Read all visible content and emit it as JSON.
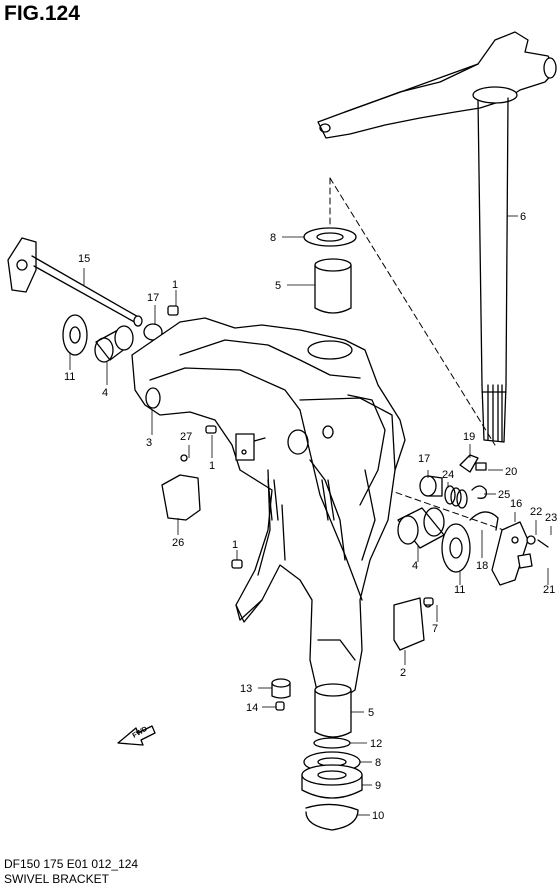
{
  "figure": {
    "title": "FIG.124",
    "caption_model": "DF150 175 E01 012_124",
    "caption_name": "SWIVEL BRACKET",
    "direction_label": "FWD"
  },
  "callouts": [
    {
      "id": "c6",
      "text": "6"
    },
    {
      "id": "c8a",
      "text": "8"
    },
    {
      "id": "c5a",
      "text": "5"
    },
    {
      "id": "c15",
      "text": "15"
    },
    {
      "id": "c1a",
      "text": "1"
    },
    {
      "id": "c17a",
      "text": "17"
    },
    {
      "id": "c11a",
      "text": "11"
    },
    {
      "id": "c4a",
      "text": "4"
    },
    {
      "id": "c3",
      "text": "3"
    },
    {
      "id": "c27",
      "text": "27"
    },
    {
      "id": "c1b",
      "text": "1"
    },
    {
      "id": "c26",
      "text": "26"
    },
    {
      "id": "c19",
      "text": "19"
    },
    {
      "id": "c20",
      "text": "20"
    },
    {
      "id": "c17b",
      "text": "17"
    },
    {
      "id": "c24",
      "text": "24"
    },
    {
      "id": "c25",
      "text": "25"
    },
    {
      "id": "c16",
      "text": "16"
    },
    {
      "id": "c22",
      "text": "22"
    },
    {
      "id": "c23",
      "text": "23"
    },
    {
      "id": "c18",
      "text": "18"
    },
    {
      "id": "c21",
      "text": "21"
    },
    {
      "id": "c4b",
      "text": "4"
    },
    {
      "id": "c11b",
      "text": "11"
    },
    {
      "id": "c1c",
      "text": "1"
    },
    {
      "id": "c7",
      "text": "7"
    },
    {
      "id": "c2",
      "text": "2"
    },
    {
      "id": "c13",
      "text": "13"
    },
    {
      "id": "c14",
      "text": "14"
    },
    {
      "id": "c5b",
      "text": "5"
    },
    {
      "id": "c12",
      "text": "12"
    },
    {
      "id": "c8b",
      "text": "8"
    },
    {
      "id": "c9",
      "text": "9"
    },
    {
      "id": "c10",
      "text": "10"
    }
  ]
}
